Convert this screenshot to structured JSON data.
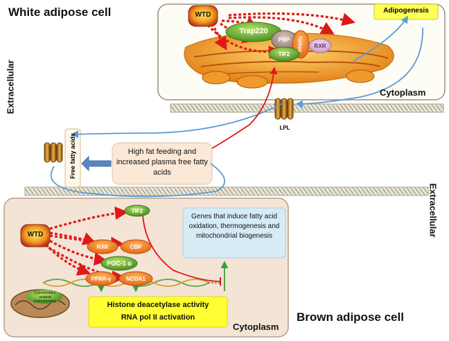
{
  "titles": {
    "white_cell": "White adipose cell",
    "brown_cell": "Brown adipose cell"
  },
  "labels": {
    "extracellular_left": "Extracellular",
    "extracellular_right": "Extracellular",
    "cytoplasm_top": "Cytoplasm",
    "cytoplasm_bottom": "Cytoplasm",
    "adipogenesis": "Adipogenesis",
    "lpl": "LPL",
    "free_fatty_acids": "Free fatty acids",
    "wtd_top": "WTD",
    "wtd_bottom": "WTD"
  },
  "proteins_top": {
    "trap220": "Trap220",
    "pbp": "PBP",
    "ppar": "PPARγ",
    "rxr": "RXR",
    "tif2": "TIF2"
  },
  "proteins_bottom": {
    "tif2": "TIF2",
    "rxr": "RXR",
    "cbp": "CBP",
    "pgc": "PGC-1 α",
    "ppar": "PPAR-γ",
    "ncoa1": "NCOA1"
  },
  "boxes": {
    "high_fat": "High fat feeding and increased plasma free fatty acids",
    "genes": "Genes that induce fatty acid oxidation, thermogenesis and mitochondrial biogenesis",
    "histone_line1": "Histone deacetylase activity",
    "histone_line2": "RNA pol II activation"
  },
  "mitochondrion_text": "Cytochrome c oxidase (mitochondria)",
  "colors": {
    "white_cell_fill": "#fdfcf5",
    "brown_cell_fill": "#f3e4d6",
    "dashed_arrow": "#e01818",
    "blue_arrow": "#5b9bd5",
    "yellow_box": "#ffff33",
    "blue_box": "#d7ebf7",
    "green_arrow": "#3b9e3b"
  }
}
